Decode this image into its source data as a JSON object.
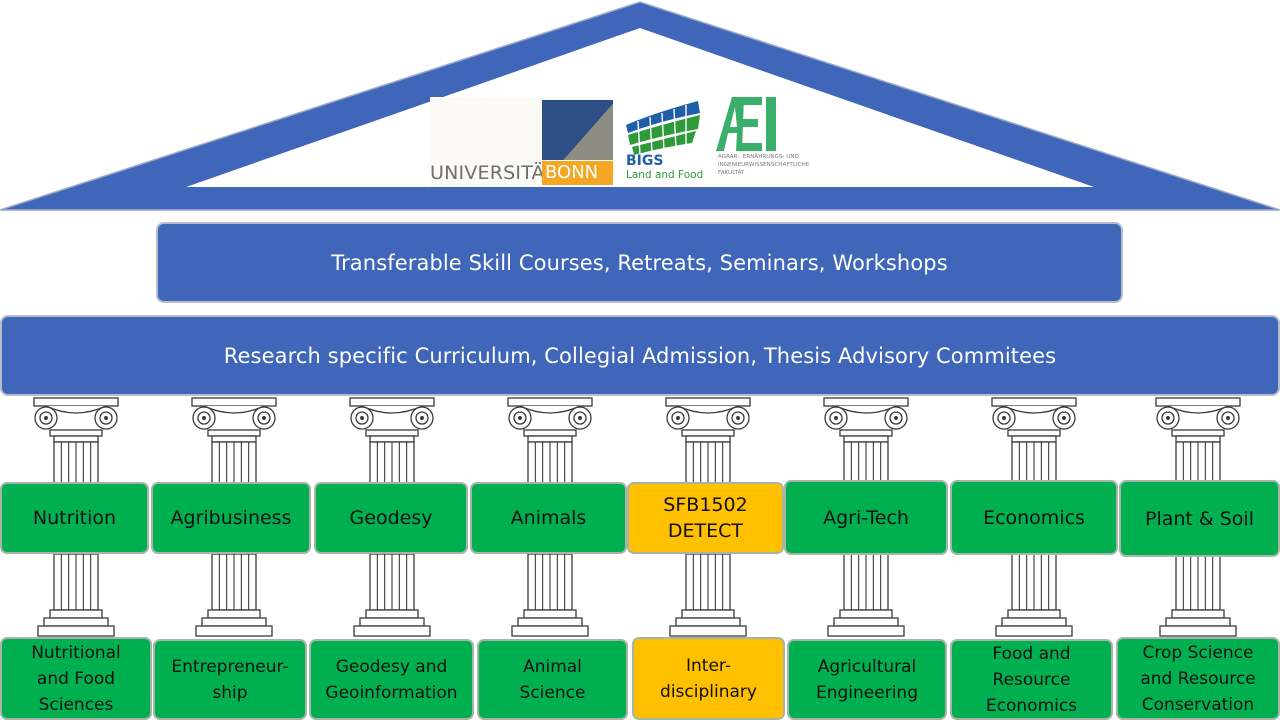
{
  "logos": {
    "bonn": {
      "university": "UNIVERSITÄT",
      "city": "BONN"
    },
    "bigs": {
      "title": "BIGS",
      "subtitle": "Land and Food"
    },
    "aei": {
      "subtitle": "AGRAR-, ERNÄHRUNGS- UND INGENIEURWISSENSCHAFTLICHE FAKULTÄT"
    }
  },
  "bands": {
    "top": "Transferable Skill Courses, Retreats, Seminars, Workshops",
    "bottom": "Research specific Curriculum, Collegial Admission, Thesis Advisory Commitees"
  },
  "pillars": [
    {
      "name": "Nutrition",
      "program": "Nutritional\nand Food\nSciences",
      "highlight": false
    },
    {
      "name": "Agribusiness",
      "program": "Entrepreneur-\nship",
      "highlight": false
    },
    {
      "name": "Geodesy",
      "program": "Geodesy and\nGeoinformation",
      "highlight": false
    },
    {
      "name": "Animals",
      "program": "Animal\nScience",
      "highlight": false
    },
    {
      "name": "SFB1502\nDETECT",
      "program": "Inter-\ndisciplinary",
      "highlight": true
    },
    {
      "name": "Agri-Tech",
      "program": "Agricultural\nEngineering",
      "highlight": false
    },
    {
      "name": "Economics",
      "program": "Food and\nResource\nEconomics",
      "highlight": false
    },
    {
      "name": "Plant & Soil",
      "program": "Crop Science\nand Resource\nConservation",
      "highlight": false
    }
  ],
  "colors": {
    "roof": "#3f66b8",
    "band": "#3f66b8",
    "pillar_box": "#00b050",
    "highlight_box": "#ffc000",
    "column_stroke": "#3a3a3a"
  }
}
